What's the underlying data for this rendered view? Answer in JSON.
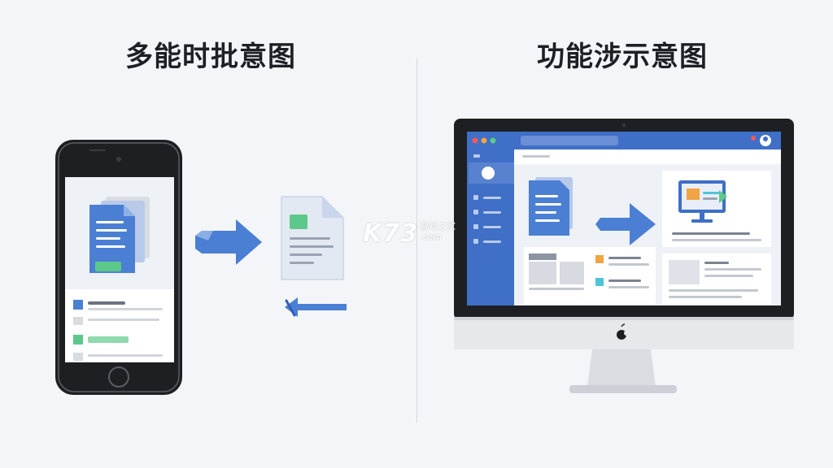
{
  "headings": {
    "left": "多能时批意图",
    "right": "功能涉示意图"
  },
  "watermark": {
    "logo": "K73",
    "cn": "游戏之家",
    "domain": ".com"
  },
  "colors": {
    "accent_blue": "#4a7fd4",
    "sidebar_blue": "#3f6fc6",
    "accent_green": "#5cc98a",
    "accent_orange": "#f0a443",
    "accent_teal": "#4fc3d9",
    "device_black": "#1e1f22",
    "screen_bg": "#eef1f6",
    "background": "#f3f5f8"
  },
  "icons": {
    "logo": "apple-logo-icon",
    "transfer": "arrow-right-icon",
    "return": "arrow-left-icon",
    "document": "document-icon",
    "avatar": "user-avatar-icon"
  }
}
